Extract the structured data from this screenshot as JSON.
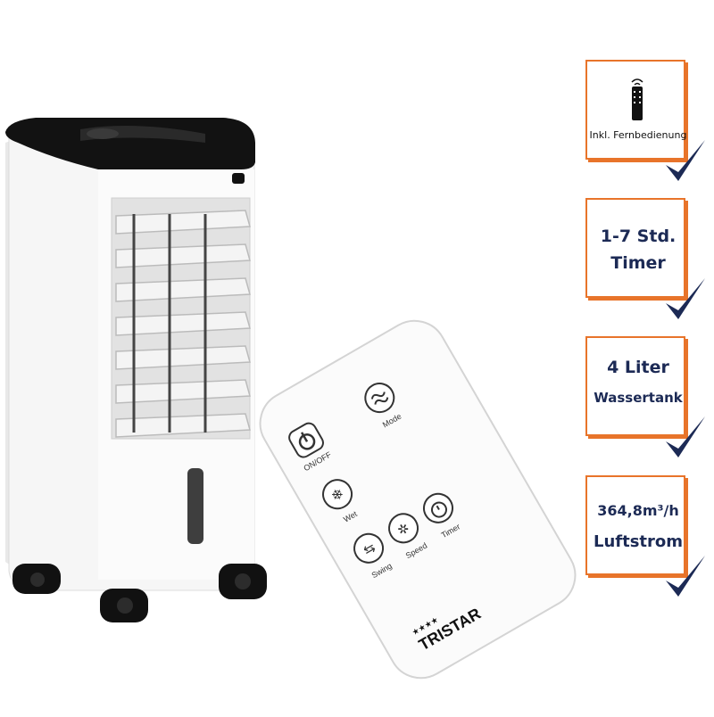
{
  "remote": {
    "on_off": "ON/OFF",
    "mode": "Mode",
    "wet": "Wet",
    "swing": "Swing",
    "speed": "Speed",
    "timer": "Timer",
    "brand": "TRISTAR"
  },
  "features": [
    {
      "lines": [
        "Inkl. Fernbedienung"
      ],
      "icon": "remote-icon"
    },
    {
      "lines": [
        "1-7 Std.",
        "Timer"
      ]
    },
    {
      "lines": [
        "4 Liter",
        "Wassertank"
      ]
    },
    {
      "lines": [
        "364,8m³/h",
        "Luftstrom"
      ]
    }
  ],
  "colors": {
    "frame": "#e8742a",
    "text": "#1c2a55",
    "check": "#1c2a55"
  }
}
